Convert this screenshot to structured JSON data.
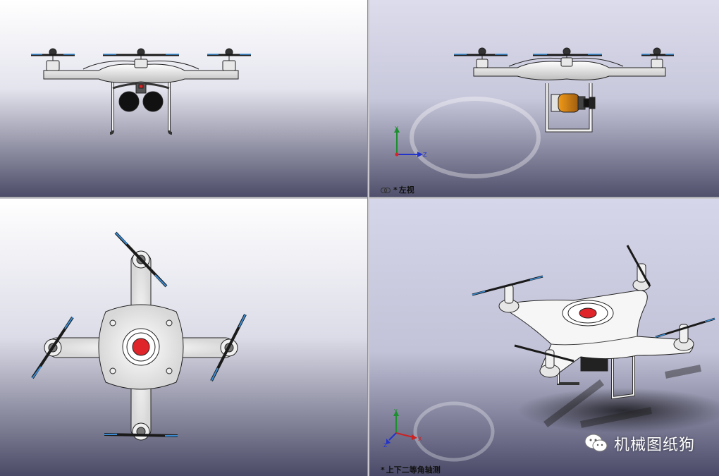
{
  "viewports": {
    "top_right": {
      "view_name": "左视"
    },
    "bottom_right": {
      "view_name": "上下二等角轴测"
    }
  },
  "triad": {
    "side_axes": {
      "y": "Y",
      "z": "Z"
    },
    "iso_axes": {
      "y": "Y",
      "z": "Z",
      "x": "X"
    }
  },
  "watermark": {
    "text": "机械图纸狗"
  },
  "icons": [
    "link-icon",
    "wechat-icon",
    "axis-triad-icon"
  ],
  "colors": {
    "target_red": "#e0252a",
    "background_top": "#ffffff",
    "background_bottom": "#4b4b66",
    "body": "#f4f4f4"
  }
}
